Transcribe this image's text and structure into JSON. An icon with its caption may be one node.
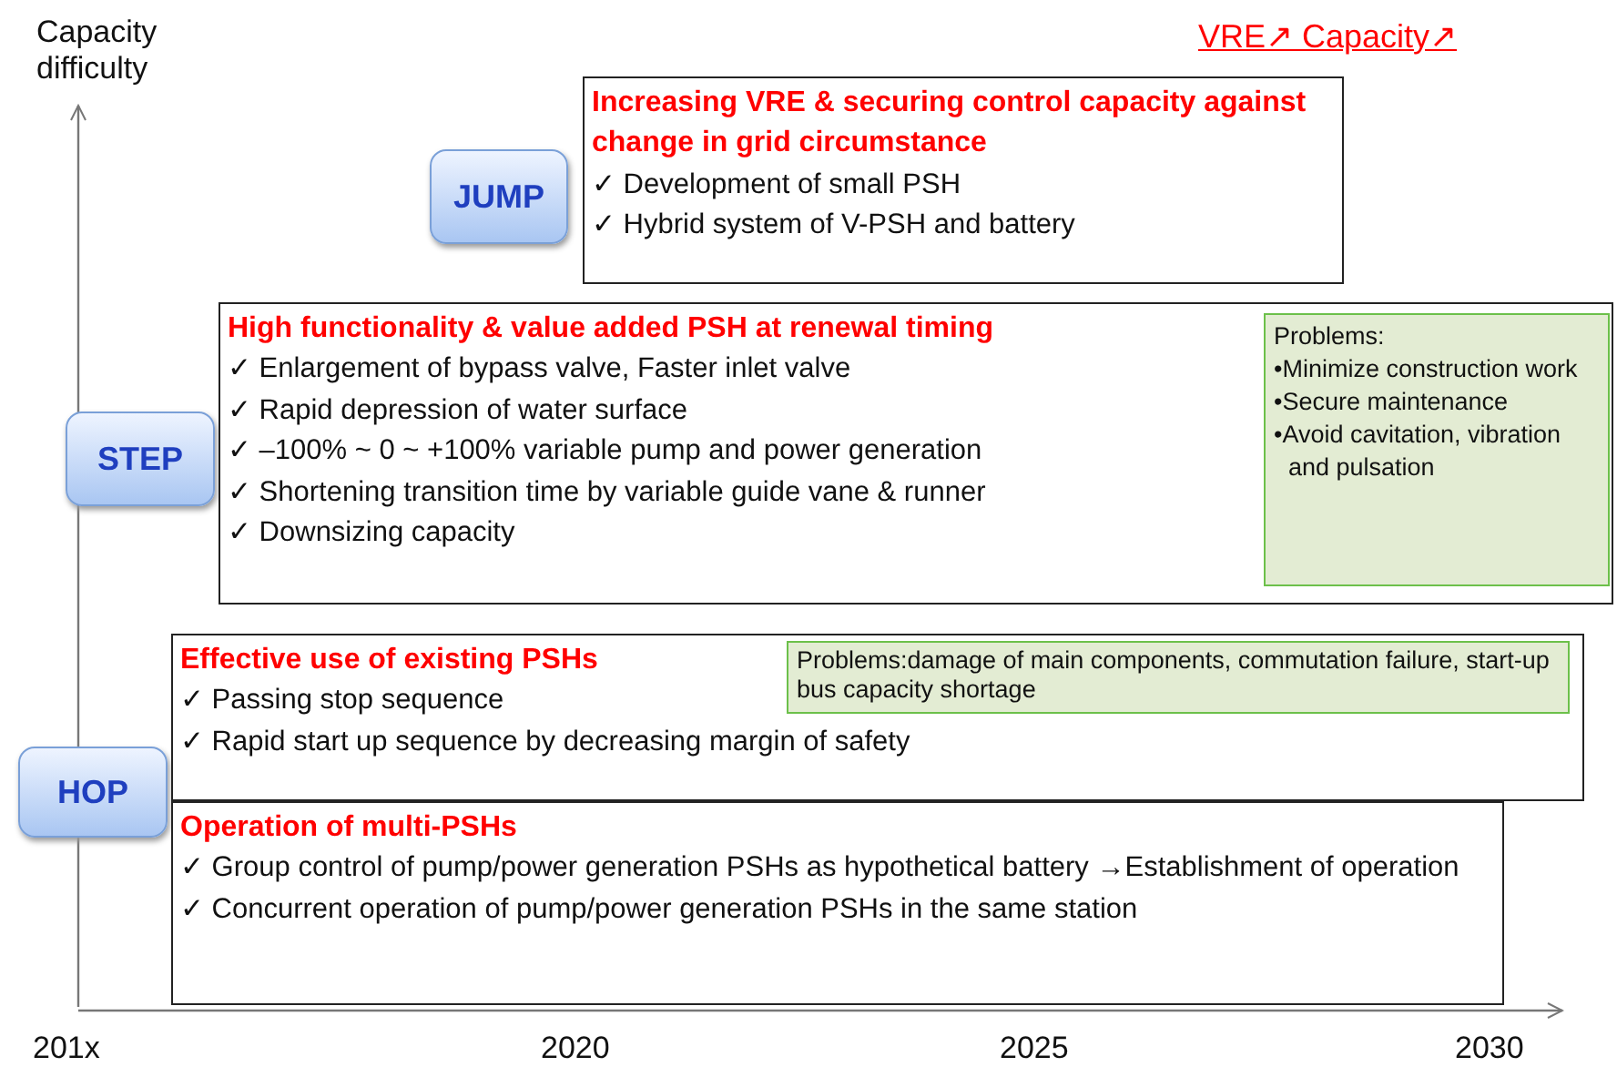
{
  "diagram": {
    "nodes": [
      {
        "text": [
          "JUMP"
        ]
      },
      {
        "text": [
          "Increasing VRE & securing control capacity against change in grid circumstance",
          "✓ Development of small PSH",
          "✓ Hybrid system of V-PSH and battery"
        ]
      },
      {
        "text": [
          "STEP"
        ]
      },
      {
        "text": [
          "High functionality & value added PSH at renewal timing",
          "✓ Enlargement of bypass valve, Faster inlet valve",
          "✓ Rapid depression of water surface",
          "✓ –100% ~ 0 ~ +100% variable pump and power generation",
          "✓ Shortening transition time by variable guide vane & runner",
          "✓ Downsizing capacity"
        ]
      },
      {
        "text": [
          "Problems:",
          "•Minimize construction work",
          "•Secure maintenance",
          "•Avoid cavitation, vibration and pulsation"
        ],
        "in": 3
      },
      {
        "text": [
          "HOP"
        ]
      },
      {
        "text": [
          "Effective use of existing PSHs",
          "✓ Passing stop sequence",
          "✓ Rapid start up sequence by decreasing margin of safety"
        ]
      },
      {
        "text": [
          "Problems:damage of main components, commutation failure, start-up bus capacity shortage"
        ],
        "in": 6
      },
      {
        "text": [
          "Operation of multi-PSHs",
          "✓ Group control of pump/power generation PSHs as hypothetical battery →Establishment of operation",
          "✓ Concurrent operation of pump/power generation PSHs in the same station"
        ]
      }
    ],
    "labels": [
      "Capacity difficulty",
      "VRE↗ Capacity↗",
      "201x",
      "2020",
      "2025",
      "2030"
    ]
  }
}
